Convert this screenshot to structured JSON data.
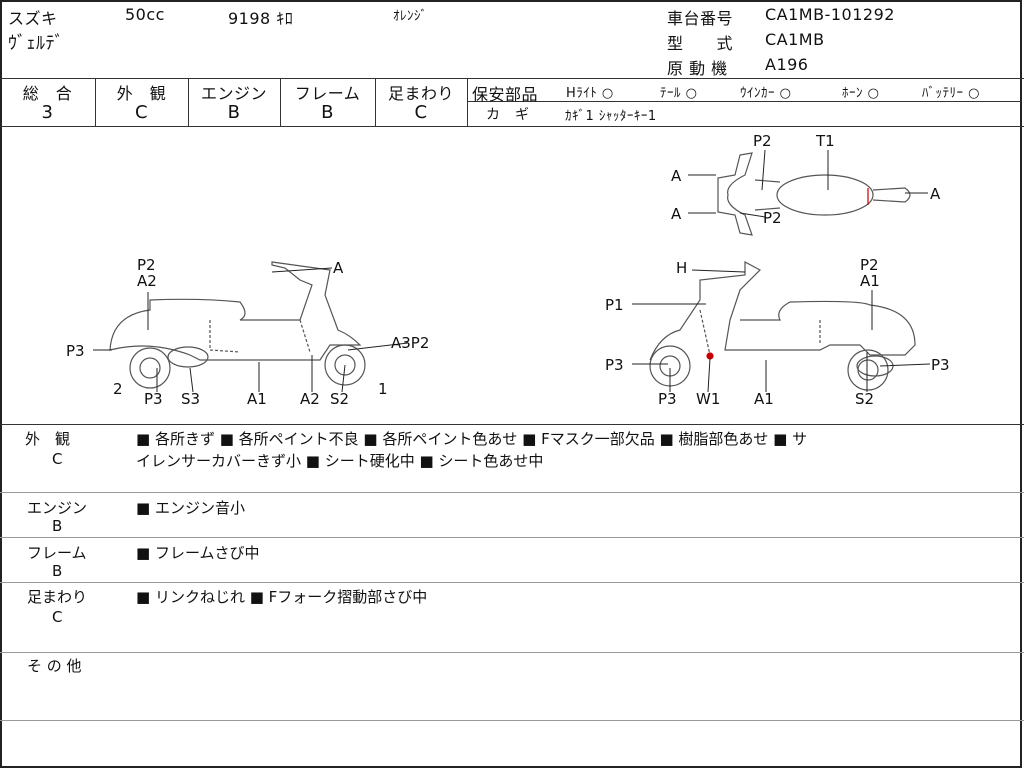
{
  "header": {
    "maker": "スズキ",
    "displacement": "50cc",
    "mileage": "9198 ｷﾛ",
    "color": "ｵﾚﾝｼﾞ",
    "model_name": "ｳﾞｪﾙﾃﾞ",
    "frame_no_label": "車台番号",
    "frame_no": "CA1MB-101292",
    "type_label": "型　　式",
    "type": "CA1MB",
    "engine_label": "原 動 機",
    "engine": "A196"
  },
  "ratings": [
    {
      "label": "総　合",
      "value": "3"
    },
    {
      "label": "外　観",
      "value": "C"
    },
    {
      "label": "エンジン",
      "value": "B"
    },
    {
      "label": "フレーム",
      "value": "B"
    },
    {
      "label": "足まわり",
      "value": "C"
    }
  ],
  "safety": {
    "label": "保安部品",
    "items": [
      "Hﾗｲﾄ ○",
      "ﾃｰﾙ ○",
      "ｳｲﾝｶｰ ○",
      "ﾎｰﾝ ○",
      "ﾊﾞｯﾃﾘｰ ○"
    ],
    "key_label": "カ　ギ",
    "key_value": "ｶｷﾞ1 ｼｬｯﾀｰｷｰ1"
  },
  "diagram": {
    "labels": [
      "P2",
      "A2",
      "A",
      "P3",
      "A3P2",
      "2",
      "1",
      "P3",
      "S3",
      "A1",
      "A2",
      "S2",
      "P2",
      "T1",
      "A",
      "A",
      "A",
      "P2",
      "H",
      "P2",
      "A1",
      "P1",
      "P3",
      "P3",
      "P3",
      "W1",
      "A1",
      "S2"
    ]
  },
  "comments": [
    {
      "label": "外　観",
      "grade": "C",
      "line1": "■ 各所きず ■ 各所ペイント不良 ■ 各所ペイント色あせ ■ Fマスク一部欠品 ■ 樹脂部色あせ ■ サ",
      "line2": "イレンサーカバーきず小 ■ シート硬化中 ■ シート色あせ中"
    },
    {
      "label": "エンジン",
      "grade": "B",
      "line1": "■ エンジン音小"
    },
    {
      "label": "フレーム",
      "grade": "B",
      "line1": "■ フレームさび中"
    },
    {
      "label": "足まわり",
      "grade": "C",
      "line1": "■ リンクねじれ ■ Fフォーク摺動部さび中"
    },
    {
      "label": "そ の 他"
    }
  ]
}
